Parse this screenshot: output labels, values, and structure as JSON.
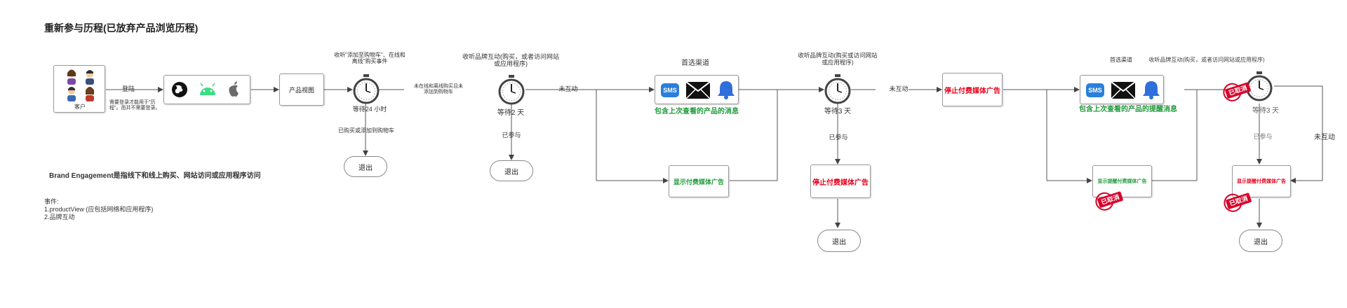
{
  "title": "重新参与历程(已放弃产品浏览历程)",
  "customer_label": "客户",
  "login_label": "登陆",
  "login_note": "需要登录才能用于\"历程\"。而并不需要登录。",
  "product_view_label": "产品视图",
  "step1": {
    "listen": "收听\"添加至购物车\"、在线和离线\"购买事件",
    "wait": "等待24 小时",
    "engaged": "已购买或添加到购物车",
    "exit": "退出"
  },
  "not_buy_note": "未在线和离线购买且未添加到购物车",
  "step2": {
    "listen": "收听品牌互动(购买，或者访问网站或应用程序)",
    "wait": "等待2 天",
    "engaged": "已参与",
    "exit": "退出",
    "not_engaged": "未互动"
  },
  "channel1": {
    "header": "首选渠道",
    "sms": "SMS",
    "message": "包含上次查看的产品的消息",
    "paid_ad": "显示付费媒体广告"
  },
  "step3": {
    "listen": "收听品牌互动(购买或访问网站或应用程序)",
    "wait": "等待3 天",
    "engaged": "已参与",
    "stop_ad": "停止付费媒体广告",
    "exit": "退出",
    "not_engaged": "未互动"
  },
  "stop_paid_ad": "停止付费媒体广告",
  "channel2": {
    "header": "首选渠道",
    "sms": "SMS",
    "message": "包含上次查看的产品的提醒消息",
    "paid_ad": "显示提醒付费媒体广告"
  },
  "step4": {
    "listen": "收听品牌互动(购买，或者访问网站或应用程序)",
    "wait": "等待3 天",
    "engaged": "已参与",
    "not_engaged": "未互动",
    "final_ad": "显示提醒付费媒体广告",
    "exit": "退出"
  },
  "cancelled_stamp": "已取消",
  "brand_engagement_def": "Brand Engagement是指线下和线上购买、网站访问或应用程序访问",
  "events": {
    "header": "事件:",
    "items": [
      "1.productView (应包括网络和应用程序)",
      "2.品牌互动"
    ]
  },
  "colors": {
    "red": "#e5001a",
    "green": "#1f9a3a",
    "stamp": "#d6002a",
    "bell": "#2f6fdc",
    "sms": "#2a7fd8",
    "android": "#3ddc84"
  }
}
